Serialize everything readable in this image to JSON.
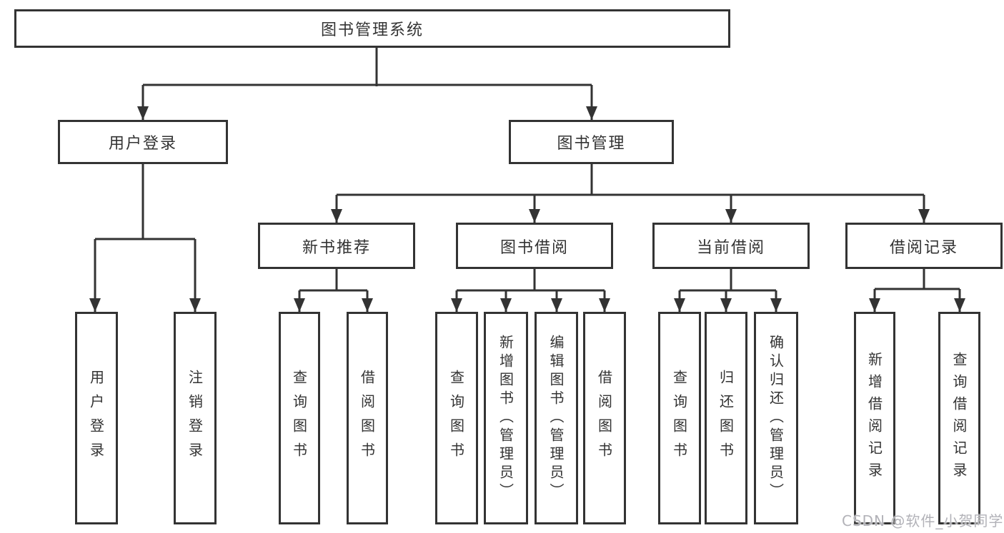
{
  "diagram": {
    "root": {
      "label": "图书管理系统",
      "children": [
        {
          "label": "用户登录",
          "children": [
            {
              "label": "用户登录"
            },
            {
              "label": "注销登录"
            }
          ]
        },
        {
          "label": "图书管理",
          "children": [
            {
              "label": "新书推荐",
              "children": [
                {
                  "label": "查询图书"
                },
                {
                  "label": "借阅图书"
                }
              ]
            },
            {
              "label": "图书借阅",
              "children": [
                {
                  "label": "查询图书"
                },
                {
                  "label": "新增图书（管理员）"
                },
                {
                  "label": "编辑图书（管理员）"
                },
                {
                  "label": "借阅图书"
                }
              ]
            },
            {
              "label": "当前借阅",
              "children": [
                {
                  "label": "查询图书"
                },
                {
                  "label": "归还图书"
                },
                {
                  "label": "确认归还（管理员）"
                }
              ]
            },
            {
              "label": "借阅记录",
              "children": [
                {
                  "label": "新增借阅记录"
                },
                {
                  "label": "查询借阅记录"
                }
              ]
            }
          ]
        }
      ]
    },
    "watermark": "CSDN @软件_小贺同学",
    "colors": {
      "line": "#333333",
      "box_border": "#333333",
      "box_fill": "#ffffff",
      "text": "#333333",
      "watermark": "#b2b2b8"
    }
  }
}
